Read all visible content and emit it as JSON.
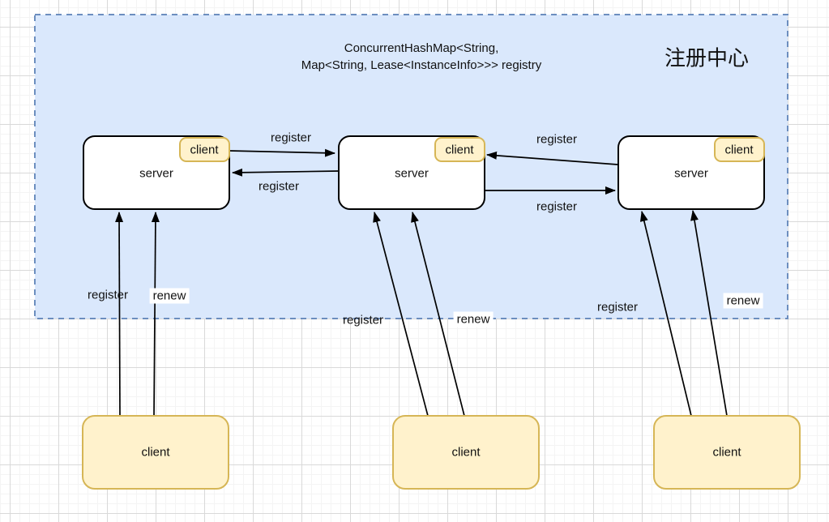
{
  "diagram": {
    "registry": {
      "annotation_line1": "ConcurrentHashMap<String,",
      "annotation_line2": "Map<String, Lease<InstanceInfo>>> registry",
      "title": "注册中心"
    },
    "servers": [
      {
        "label": "server",
        "badge": "client"
      },
      {
        "label": "server",
        "badge": "client"
      },
      {
        "label": "server",
        "badge": "client"
      }
    ],
    "clients": [
      {
        "label": "client"
      },
      {
        "label": "client"
      },
      {
        "label": "client"
      }
    ],
    "edge_labels": {
      "s1_to_s2": "register",
      "s2_to_s1": "register",
      "s3_to_s2": "register",
      "s2_to_s3": "register",
      "client1_register": "register",
      "client1_renew": "renew",
      "client2_register": "register",
      "client2_renew": "renew",
      "client3_register": "register",
      "client3_renew": "renew"
    },
    "colors": {
      "container_fill": "#dae8fc",
      "container_border": "#6c8ebf",
      "node_fill": "#fff2cc",
      "node_border": "#d6b656",
      "server_fill": "#ffffff",
      "server_border": "#000000",
      "arrow": "#000000"
    }
  }
}
